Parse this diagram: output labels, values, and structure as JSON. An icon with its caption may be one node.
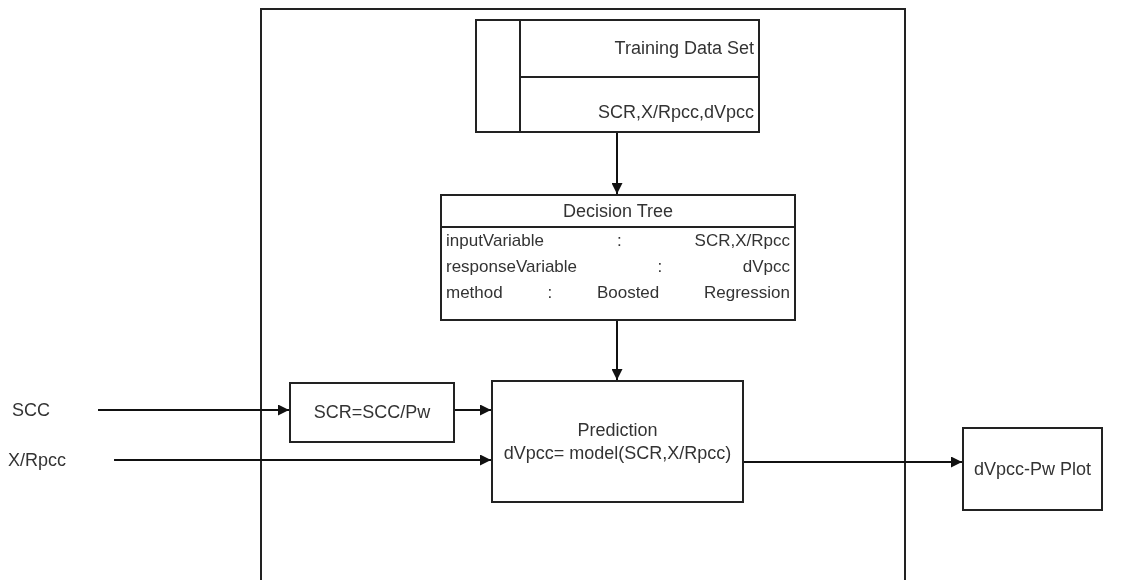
{
  "diagram": {
    "nodes": [
      {
        "text": [],
        "shape": "box"
      },
      {
        "text": [
          "Training Data Set",
          "SCR,X/Rpcc,dVpcc"
        ],
        "in": 0
      },
      {
        "text": [
          "Decision Tree",
          "inputVariable : SCR,X/Rpcc",
          "responseVariable : dVpcc",
          "method : Boosted Regression"
        ],
        "in": 0
      },
      {
        "text": [
          "SCC"
        ]
      },
      {
        "text": [
          "X/Rpcc"
        ]
      },
      {
        "text": [
          "SCR=SCC/Pw"
        ],
        "in": 0
      },
      {
        "text": [
          "Prediction",
          "dVpcc= model(SCR,X/Rpcc)"
        ],
        "in": 0
      },
      {
        "text": [
          "dVpcc-Pw Plot"
        ]
      }
    ],
    "edges": [
      {
        "from": 1,
        "to": 2,
        "arrow": "to"
      },
      {
        "from": 2,
        "to": 6,
        "arrow": "to"
      },
      {
        "from": 3,
        "to": 5,
        "arrow": "to"
      },
      {
        "from": 5,
        "to": 6,
        "arrow": "to"
      },
      {
        "from": 4,
        "to": 6,
        "arrow": "to"
      },
      {
        "from": 6,
        "to": 7,
        "arrow": "to"
      }
    ]
  }
}
